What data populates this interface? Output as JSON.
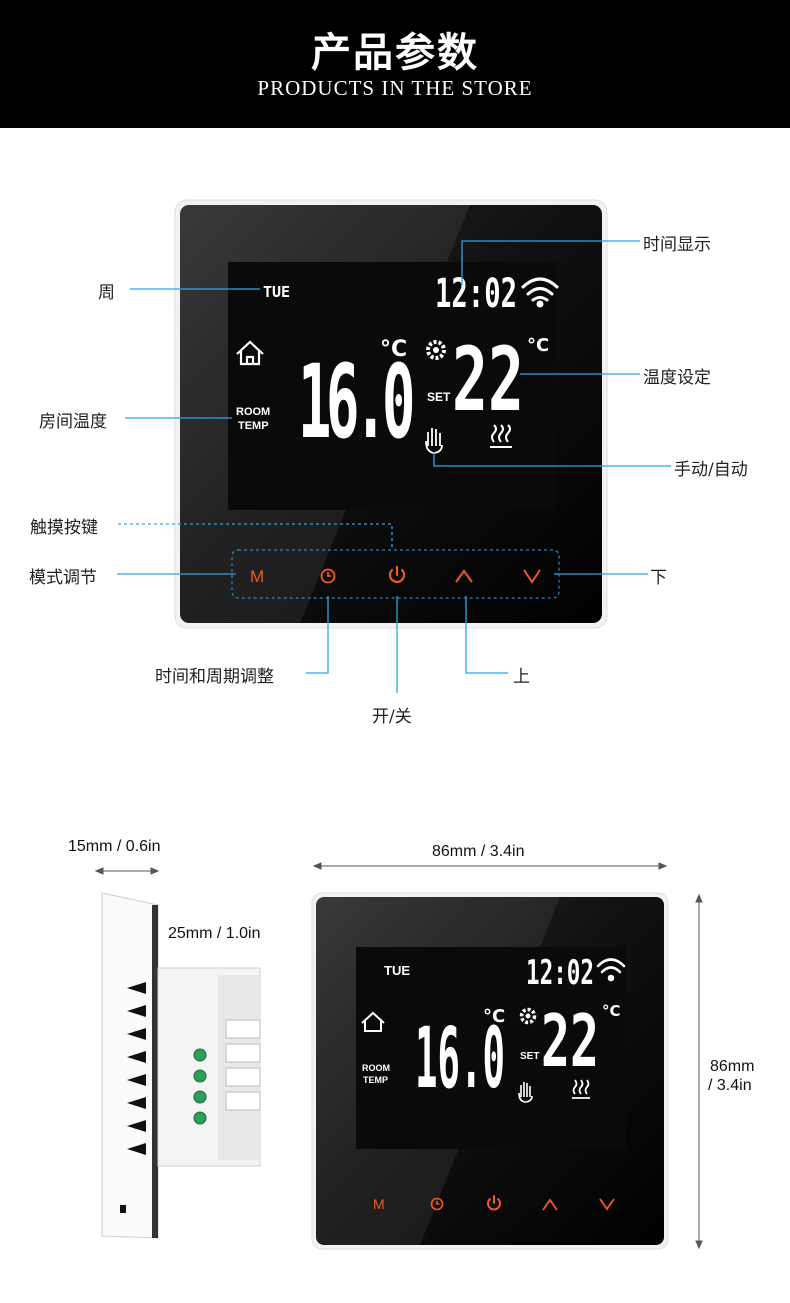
{
  "header": {
    "title": "产品参数",
    "subtitle": "PRODUCTS IN THE STORE"
  },
  "display": {
    "day": "TUE",
    "time": "12:02",
    "room_temp": "16.0",
    "set_temp": "22",
    "unit": "°C",
    "set_label": "SET",
    "room_label_1": "ROOM",
    "room_label_2": "TEMP"
  },
  "buttons": [
    {
      "name": "mode",
      "label": "M",
      "icon": "m-letter"
    },
    {
      "name": "clock",
      "label": "",
      "icon": "clock-icon"
    },
    {
      "name": "power",
      "label": "",
      "icon": "power-icon"
    },
    {
      "name": "up",
      "label": "",
      "icon": "chevron-up-icon"
    },
    {
      "name": "down",
      "label": "",
      "icon": "chevron-down-icon"
    }
  ],
  "callouts": {
    "week": "周",
    "room_temp": "房间温度",
    "touch_keys": "触摸按键",
    "mode_adjust": "模式调节",
    "time_display": "时间显示",
    "temp_setting": "温度设定",
    "manual_auto": "手动/自动",
    "down": "下",
    "time_week_adjust": "时间和周期调整",
    "on_off": "开/关",
    "up": "上"
  },
  "dimensions": {
    "depth_total": "15mm / 0.6in",
    "depth_box": "25mm / 1.0in",
    "width": "86mm / 3.4in",
    "height_1": "86mm",
    "height_2": "/ 3.4in"
  },
  "colors": {
    "accent": "#f05a24",
    "callout_line": "#2aa6e8",
    "lcd_bg": "#0b0b0b"
  }
}
